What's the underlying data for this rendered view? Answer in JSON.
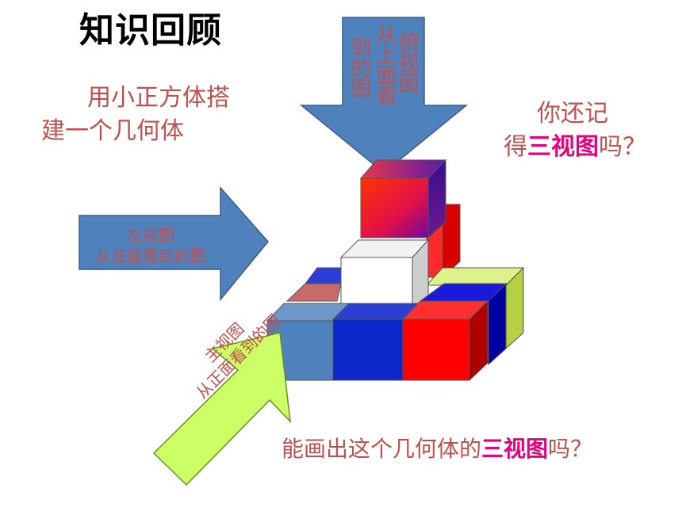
{
  "title": "知识回顾",
  "intro": {
    "line1": "用小正方体搭",
    "line2": "建一个几何体"
  },
  "top_view": {
    "name": "俯视图",
    "desc": "从上面看",
    "desc2": "到的图"
  },
  "left_view": {
    "name": "左视图",
    "desc": "从左面看到的图"
  },
  "front_view": {
    "name": "主视图",
    "desc": "从正面看到的图"
  },
  "recall": {
    "line1": "你还记",
    "line2_prefix": "得",
    "line2_highlight": "三视图",
    "line2_suffix": "吗？"
  },
  "question": {
    "prefix": "能画出这个几何体的",
    "highlight": "三视图",
    "suffix": "吗？"
  },
  "colors": {
    "arrow_blue": "#4f81bd",
    "arrow_green": "#ccff66",
    "text_red": "#c0504d",
    "highlight_pink": "#e6007e"
  }
}
